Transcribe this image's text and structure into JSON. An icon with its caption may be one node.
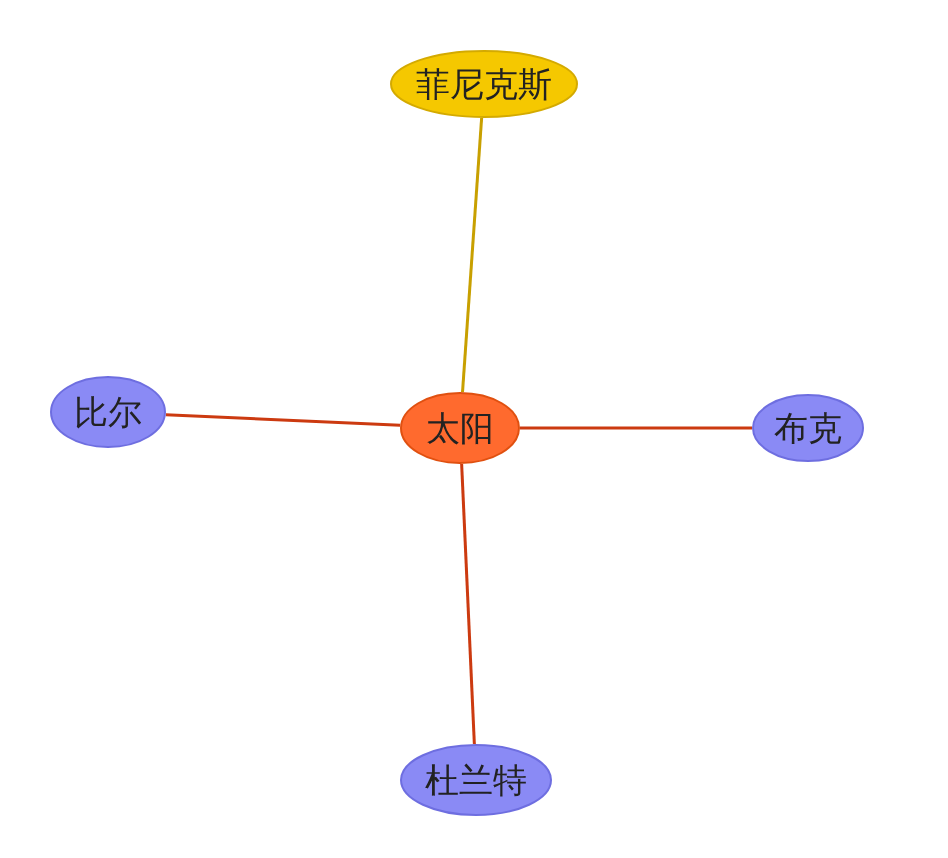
{
  "diagram": {
    "nodes": [
      {
        "text": [
          "菲尼克斯"
        ]
      },
      {
        "text": [
          "比尔"
        ]
      },
      {
        "text": [
          "太阳"
        ]
      },
      {
        "text": [
          "布克"
        ]
      },
      {
        "text": [
          "杜兰特"
        ]
      }
    ],
    "edges": [
      {
        "from": 2,
        "to": 0,
        "arrow": "none",
        "color": "#c8a000"
      },
      {
        "from": 2,
        "to": 1,
        "arrow": "none"
      },
      {
        "from": 2,
        "to": 3,
        "arrow": "none"
      },
      {
        "from": 2,
        "to": 4,
        "arrow": "none"
      }
    ]
  }
}
